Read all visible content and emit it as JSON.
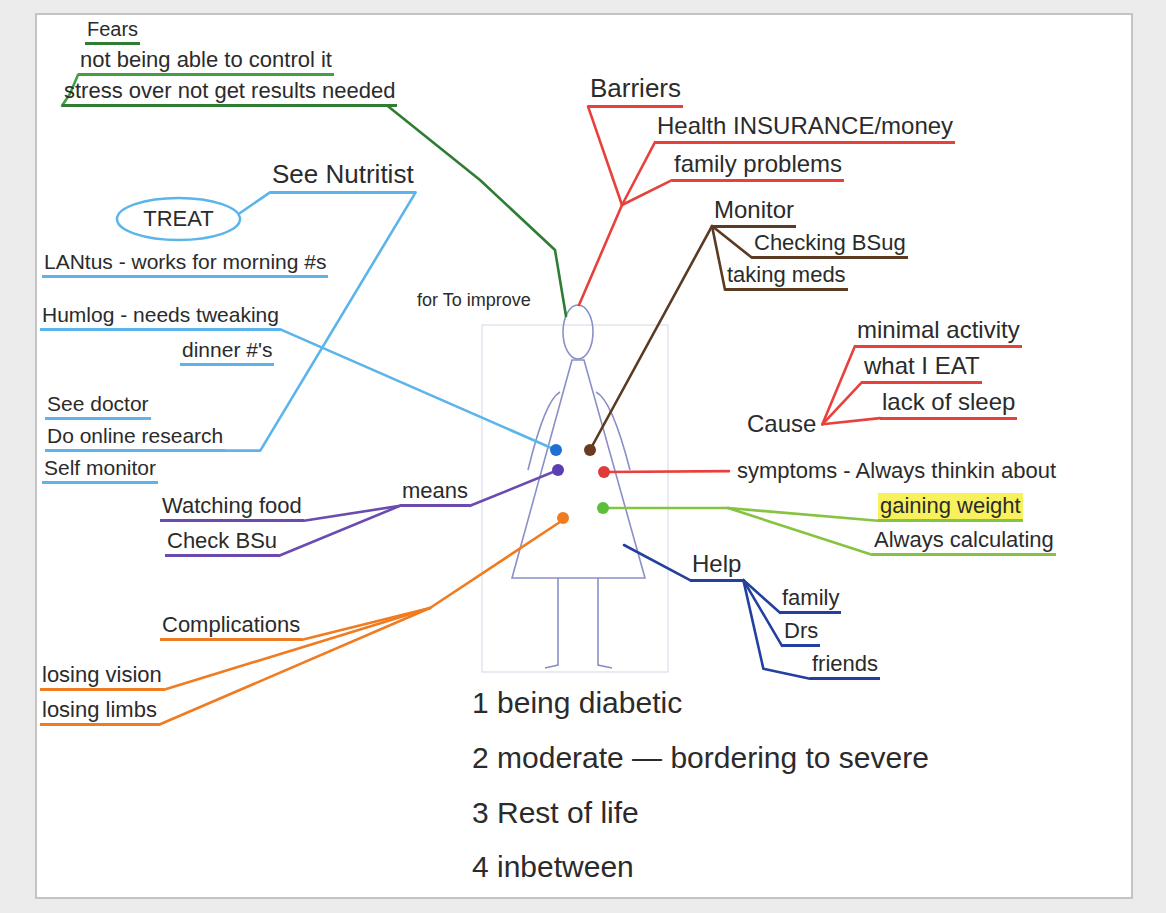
{
  "diagram": {
    "nodes": [
      {
        "text": [
          "TREAT"
        ]
      }
    ],
    "labels": [
      "Fears",
      "not being able to control it",
      "stress over not get results needed",
      "Barriers",
      "Health INSURANCE/money",
      "family problems",
      "See Nutritist",
      "LANtus - works for morning #s",
      "Humlog - needs tweaking",
      "for To improve",
      "dinner #'s",
      "Monitor",
      "Checking BSug",
      "taking meds",
      "See doctor",
      "Do online research",
      "Self monitor",
      "minimal activity",
      "what I EAT",
      "lack of sleep",
      "Cause",
      "symptoms - Always thinkin about",
      "gaining weight",
      "Always calculating",
      "Watching food",
      "means",
      "Check BSu",
      "Help",
      "family",
      "Drs",
      "friends",
      "Complications",
      "losing vision",
      "losing limbs",
      "1 being diabetic",
      "2 moderate — bordering to severe",
      "3 Rest of life",
      "4 inbetween"
    ]
  }
}
